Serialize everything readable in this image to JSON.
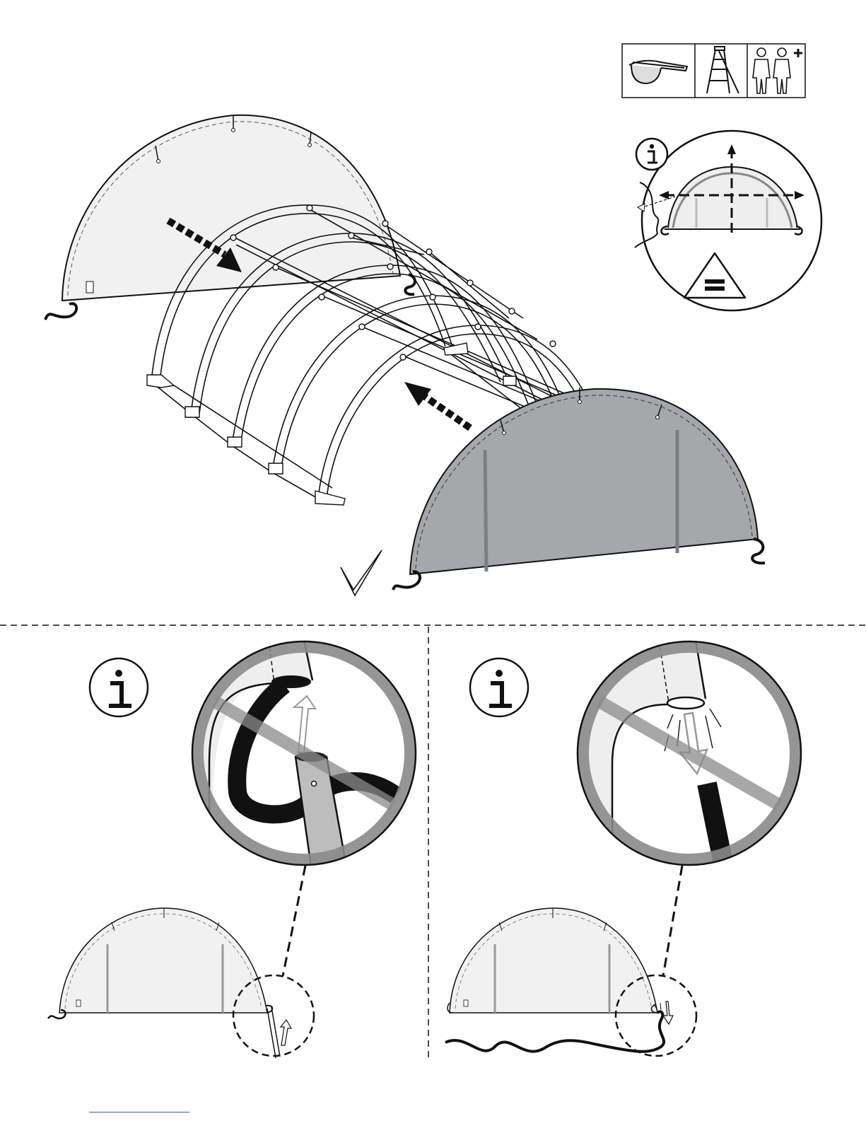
{
  "diagram": {
    "type": "assembly-instruction",
    "colors": {
      "line": "#111111",
      "cover_light": "#f1f1f1",
      "cover_dark": "#a6a7ab",
      "prohibit_ring": "#8a8a8a",
      "frame_fill": "#ffffff"
    },
    "header_icons": [
      "safety-glasses-icon",
      "step-ladder-icon",
      "two-persons-plus-icon"
    ],
    "panels": {
      "main": {
        "name": "end-cover-install",
        "check_icon": "checkmark-icon"
      },
      "top_right": {
        "name": "centering-info",
        "icons": [
          "info-icon",
          "equal-sign-icon"
        ]
      },
      "bottom_left": {
        "name": "rope-insert-warning",
        "icons": [
          "info-icon",
          "prohibited-icon",
          "arrow-up-icon"
        ]
      },
      "bottom_right": {
        "name": "rope-loose-warning",
        "icons": [
          "info-icon",
          "prohibited-icon",
          "arrow-down-icon"
        ]
      }
    },
    "footer_mark": ""
  }
}
